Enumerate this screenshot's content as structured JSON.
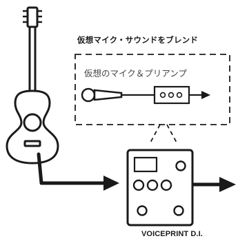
{
  "diagram": {
    "title": "仮想マイク・サウンドをブレンド",
    "virtual_box_label": "仮想のマイク＆プリアンプ",
    "product_label": "VOICEPRINT D.I.",
    "preamp_glyph": "○○○"
  },
  "colors": {
    "line": "#1a1a1a",
    "background": "#ffffff"
  }
}
